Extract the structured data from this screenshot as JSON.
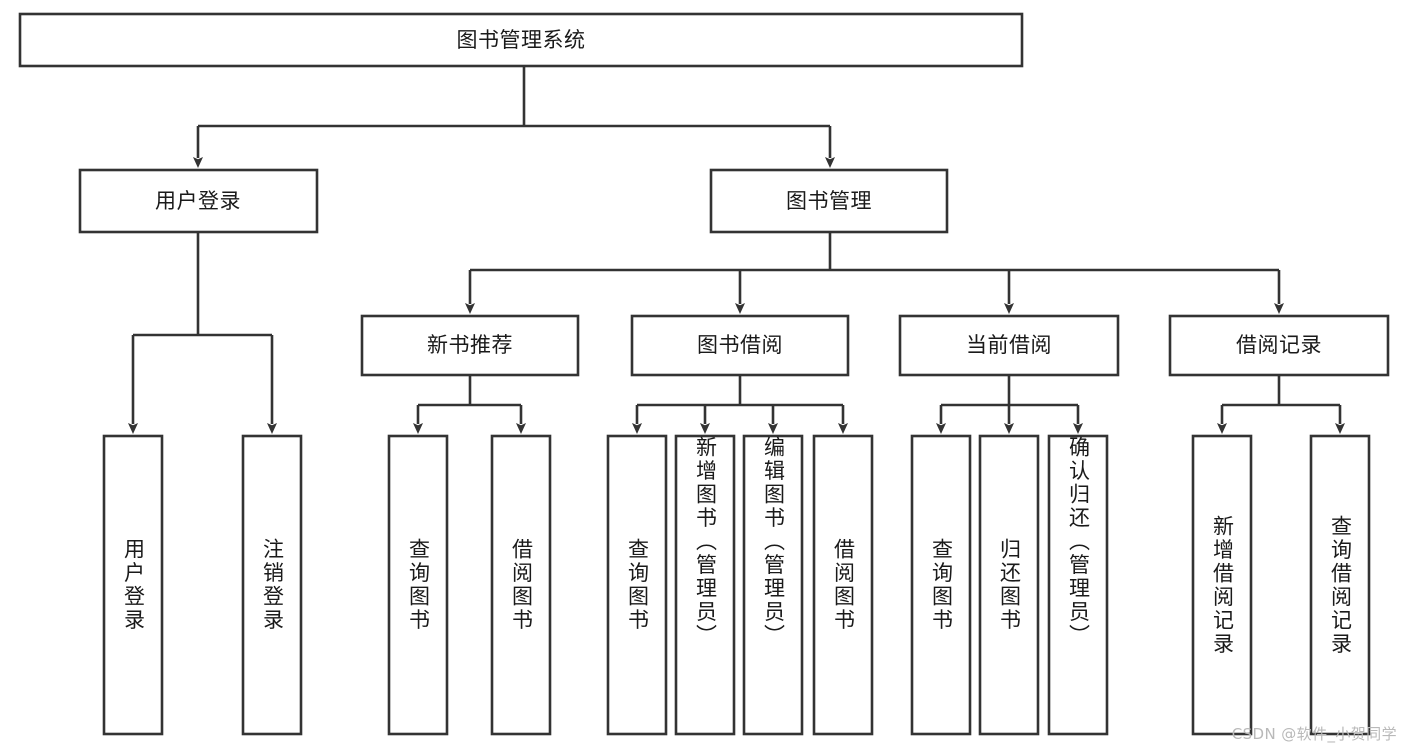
{
  "diagram": {
    "title": "图书管理系统",
    "type": "tree-hierarchy-chart",
    "colors": {
      "box_stroke": "#333333",
      "box_fill": "#ffffff",
      "text": "#1a1a1a",
      "background": "#ffffff",
      "watermark": "#b9b9b9"
    },
    "root": {
      "label": "图书管理系统"
    },
    "level2": [
      {
        "label": "用户登录"
      },
      {
        "label": "图书管理"
      }
    ],
    "level3": [
      {
        "label": "新书推荐"
      },
      {
        "label": "图书借阅"
      },
      {
        "label": "当前借阅"
      },
      {
        "label": "借阅记录"
      }
    ],
    "leaves": {
      "user_login": [
        {
          "label": "用户登录"
        },
        {
          "label": "注销登录"
        }
      ],
      "new_book_recommend": [
        {
          "label": "查询图书"
        },
        {
          "label": "借阅图书"
        }
      ],
      "book_borrow": [
        {
          "label": "查询图书"
        },
        {
          "label": "新增图书（管理员）"
        },
        {
          "label": "编辑图书（管理员）"
        },
        {
          "label": "借阅图书"
        }
      ],
      "current_borrow": [
        {
          "label": "查询图书"
        },
        {
          "label": "归还图书"
        },
        {
          "label": "确认归还（管理员）"
        }
      ],
      "borrow_record": [
        {
          "label": "新增借阅记录"
        },
        {
          "label": "查询借阅记录"
        }
      ]
    },
    "watermark": "CSDN @软件_小贺同学"
  }
}
